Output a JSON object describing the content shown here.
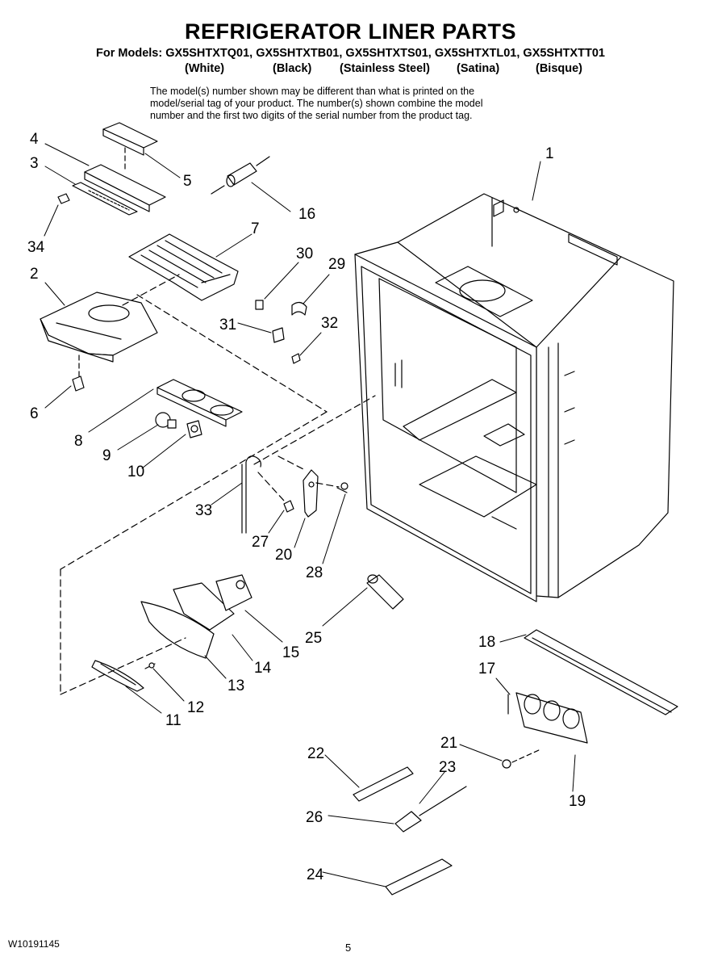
{
  "header": {
    "title": "REFRIGERATOR LINER PARTS",
    "models_line": "For Models: GX5SHTXTQ01, GX5SHTXTB01, GX5SHTXTS01, GX5SHTXTL01, GX5SHTXTT01",
    "colors": [
      "(White)",
      "(Black)",
      "(Stainless Steel)",
      "(Satina)",
      "(Bisque)"
    ],
    "note_lines": [
      "The model(s) number shown may be different than what is printed on the",
      "model/serial tag of your product. The number(s) shown combine the model",
      "number and the first two digits of the serial number from the product tag."
    ]
  },
  "callouts": [
    "1",
    "2",
    "3",
    "4",
    "5",
    "6",
    "7",
    "8",
    "9",
    "10",
    "11",
    "12",
    "13",
    "14",
    "15",
    "16",
    "17",
    "18",
    "19",
    "20",
    "21",
    "22",
    "23",
    "24",
    "25",
    "26",
    "27",
    "28",
    "29",
    "30",
    "31",
    "32",
    "33",
    "34"
  ],
  "footer": {
    "doc_number": "W10191145",
    "page_number": "5"
  }
}
